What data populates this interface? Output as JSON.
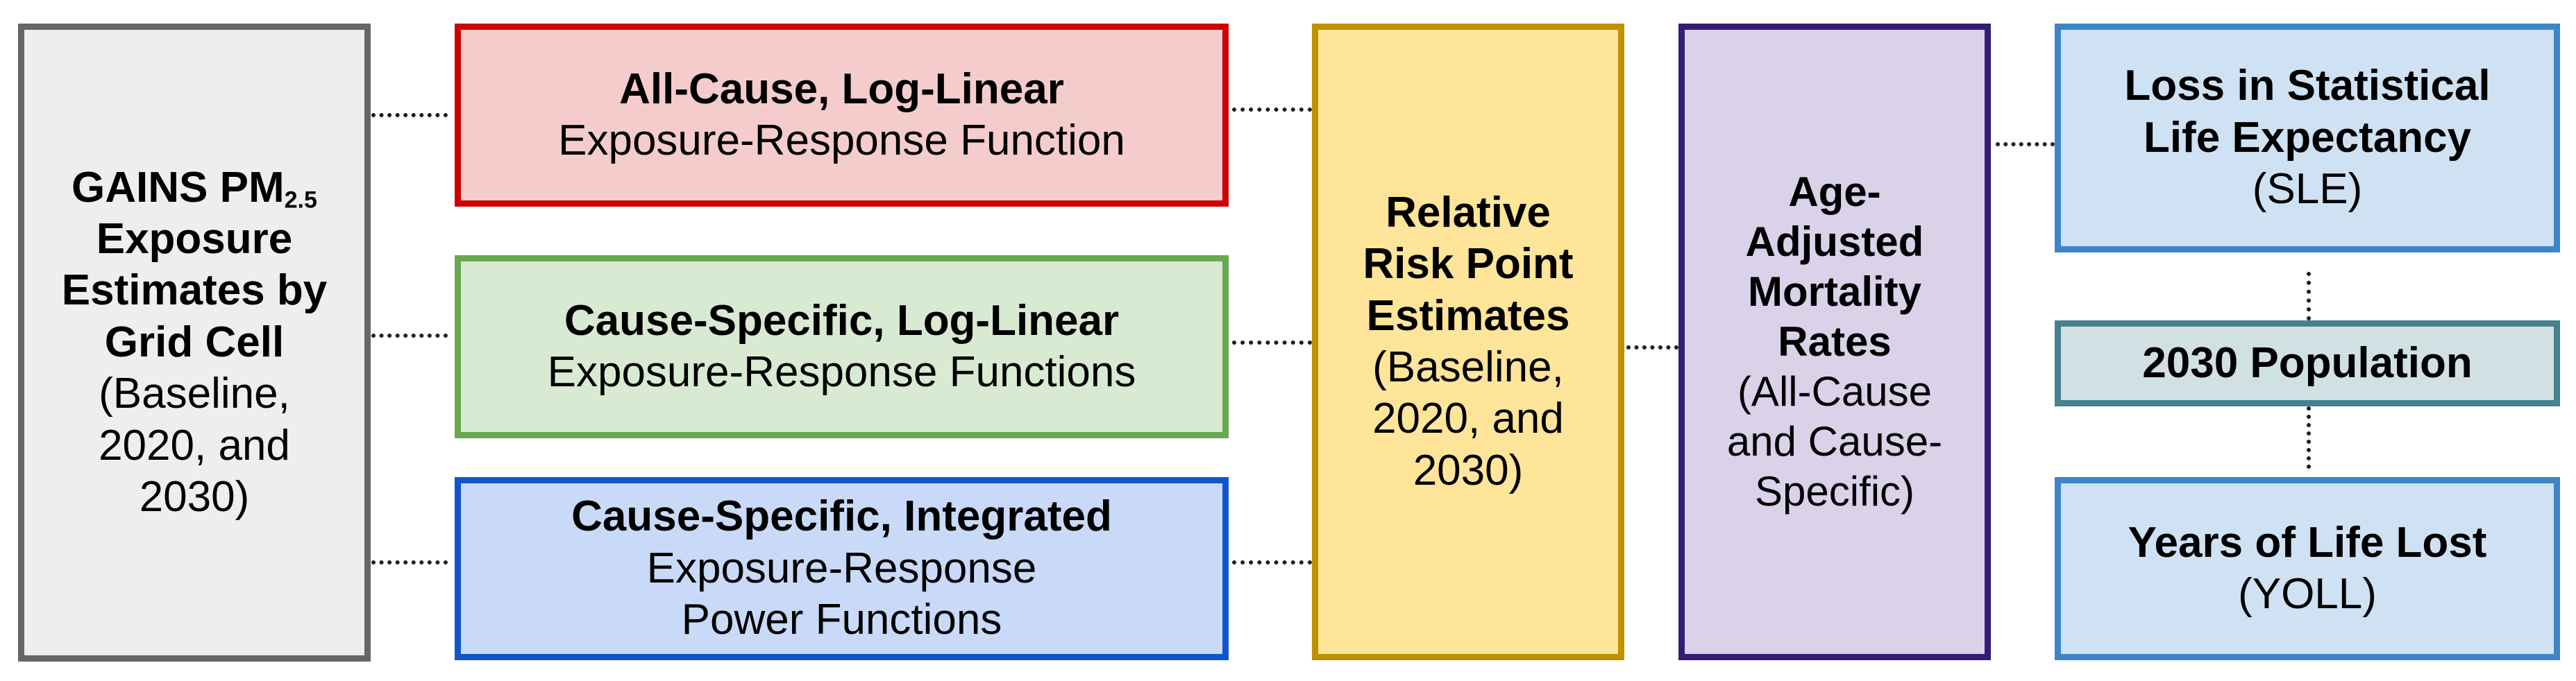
{
  "gains": {
    "title_prefix": "GAINS PM",
    "title_sub": "2.5",
    "title_lines": [
      "Exposure",
      "Estimates by",
      "Grid Cell"
    ],
    "detail_lines": [
      "(Baseline,",
      "2020, and",
      "2030)"
    ],
    "fill": "#eeeeee",
    "border": "#666666"
  },
  "erf": [
    {
      "title": "All-Cause, Log-Linear",
      "detail_lines": [
        "Exposure-Response Function"
      ],
      "fill": "#f4cccc",
      "border": "#cc0000"
    },
    {
      "title": "Cause-Specific, Log-Linear",
      "detail_lines": [
        "Exposure-Response Functions"
      ],
      "fill": "#d9ead3",
      "border": "#6aa84f"
    },
    {
      "title": "Cause-Specific, Integrated",
      "detail_lines": [
        "Exposure-Response",
        "Power Functions"
      ],
      "fill": "#c9daf8",
      "border": "#1155cc"
    }
  ],
  "relative_risk": {
    "title_lines": [
      "Relative",
      "Risk Point",
      "Estimates"
    ],
    "detail_lines": [
      "(Baseline,",
      "2020, and",
      "2030)"
    ],
    "fill": "#ffe599",
    "border": "#bf9000"
  },
  "mortality": {
    "title_lines": [
      "Age-",
      "Adjusted",
      "Mortality",
      "Rates"
    ],
    "detail_lines": [
      "(All-Cause",
      "and Cause-",
      "Specific)"
    ],
    "fill": "#d9d2e9",
    "border": "#351c75"
  },
  "sle": {
    "title_lines": [
      "Loss in Statistical",
      "Life Expectancy"
    ],
    "detail_lines": [
      "(SLE)"
    ],
    "fill": "#cfe2f3",
    "border": "#3d85c6"
  },
  "population": {
    "title": "2030 Population",
    "fill": "#d0e0e3",
    "border": "#45818e"
  },
  "yoll": {
    "title": "Years of Life Lost",
    "detail_lines": [
      "(YOLL)"
    ],
    "fill": "#cfe2f3",
    "border": "#3d85c6"
  }
}
